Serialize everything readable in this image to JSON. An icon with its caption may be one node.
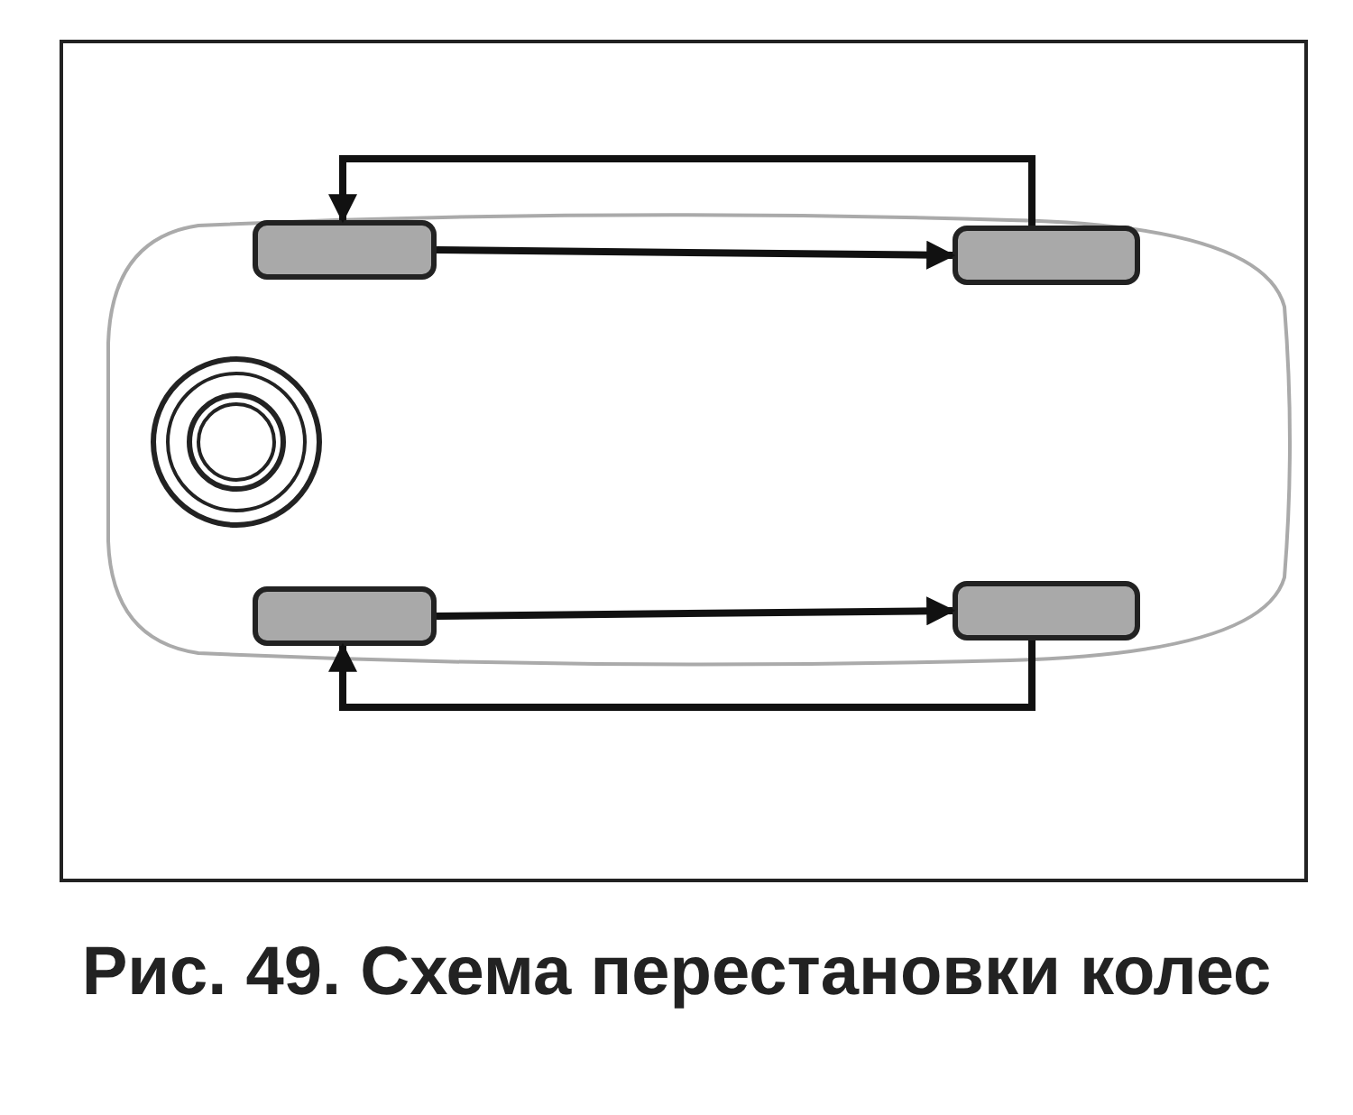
{
  "diagram": {
    "caption": "Рис. 49. Схема перестановки колес",
    "nodes": [
      {
        "text": [],
        "shape": "box"
      },
      {
        "text": [],
        "shape": "box"
      },
      {
        "text": [],
        "shape": "circle"
      },
      {
        "text": [],
        "shape": "box"
      },
      {
        "text": [],
        "shape": "box"
      }
    ],
    "edges": [
      {
        "from": 0,
        "to": 1,
        "arrow": "to"
      },
      {
        "from": 1,
        "to": 0,
        "arrow": "to"
      },
      {
        "from": 3,
        "to": 4,
        "arrow": "to"
      },
      {
        "from": 4,
        "to": 3,
        "arrow": "to"
      }
    ]
  }
}
